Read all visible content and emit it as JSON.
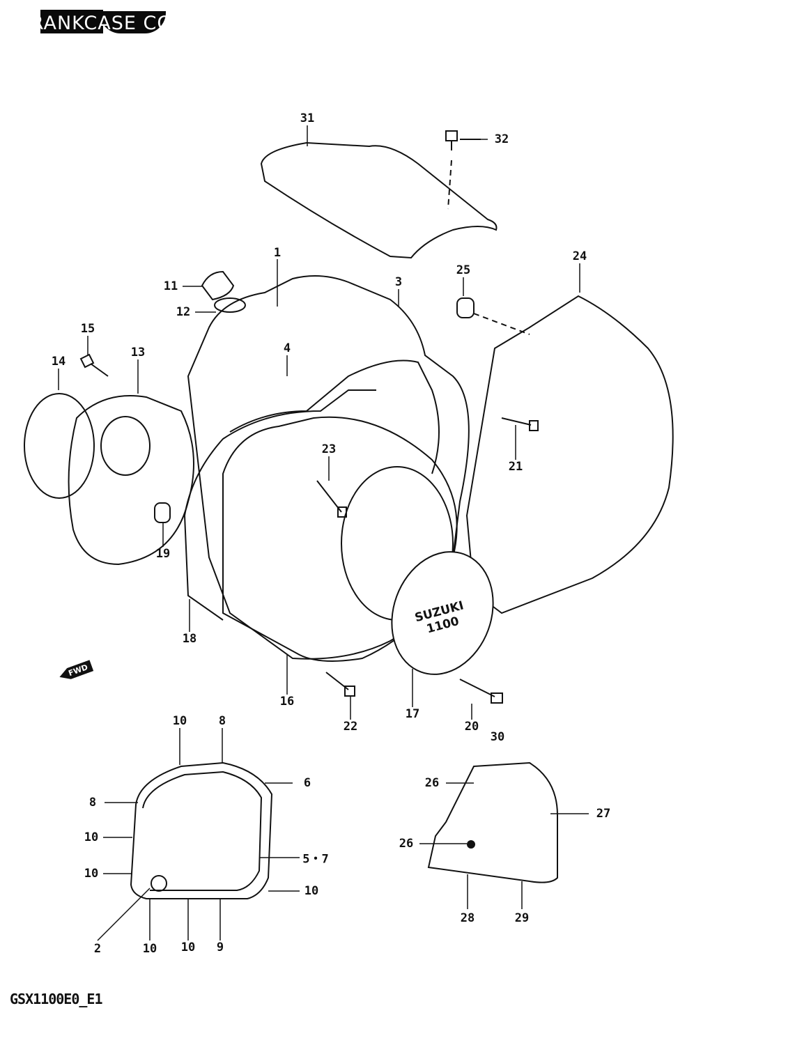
{
  "title": "CRANKCASE COVER",
  "model_code": "GSX1100E0_E1",
  "direction_marker": "FWD",
  "callouts": [
    "31",
    "32",
    "1",
    "3",
    "24",
    "25",
    "11",
    "12",
    "15",
    "13",
    "14",
    "4",
    "23",
    "21",
    "19",
    "18",
    "16",
    "22",
    "17",
    "20",
    "30",
    "10",
    "8",
    "6",
    "8",
    "10",
    "10",
    "5・7",
    "10",
    "2",
    "10",
    "10",
    "9",
    "26",
    "27",
    "26",
    "28",
    "29"
  ],
  "cover_badge": "SUZUKI 1100"
}
